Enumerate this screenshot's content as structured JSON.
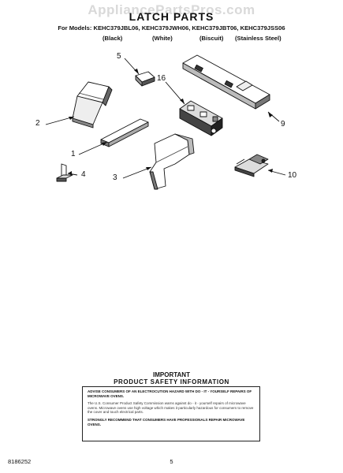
{
  "watermark": "AppliancePartsPros.com",
  "title": "LATCH PARTS",
  "models_line": "For Models: KEHC379JBL06, KEHC379JWH06, KEHC379JBT06, KEHC379JSS06",
  "colors": [
    "(Black)",
    "(White)",
    "(Biscuit)",
    "(Stainless Steel)"
  ],
  "callouts": [
    "5",
    "16",
    "2",
    "1",
    "4",
    "3",
    "9",
    "10"
  ],
  "important": "IMPORTANT",
  "product_safety": "PRODUCT  SAFETY  INFORMATION",
  "safety": {
    "p1": "ADVISE CONSUMERS OF AN ELECTROCUTION HAZARD WITH DO - IT - YOURSELF REPAIRS OF MICROWAVE OVENS.",
    "p2": "The U.S. Consumer Product Safety Commission warns against do - it - yourself repairs of microwave ovens. Microwave ovens use high voltage which makes it particularly hazardous for consumers to remove the cover and touch electrical parts.",
    "p3": "STRONGLY RECOMMEND THAT CONSUMERS HAVE PROFESSIONALS REPAIR MICROWAVE OVENS."
  },
  "footer": {
    "doc_number": "8186252",
    "page_number": "5"
  }
}
